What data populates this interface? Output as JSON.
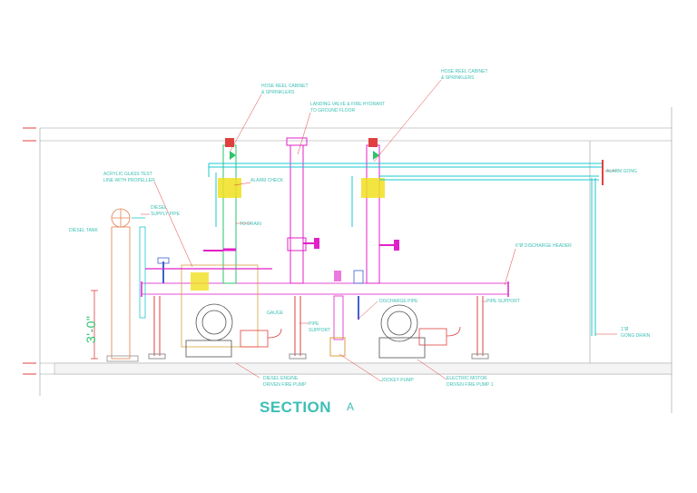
{
  "labels": {
    "hose_reel_1": [
      "HOSE REEL CABINET",
      "& SPRINKLERS"
    ],
    "hose_reel_2": [
      "HOSE REEL CABINET",
      "& SPRINKLERS"
    ],
    "landing_valve": [
      "LANDING VALVE & FIRE HYDRANT",
      "TO GROUND FLOOR"
    ],
    "acrylic": [
      "ACRYLIC GLASS TEST",
      "LINE WITH PROPELLER"
    ],
    "alarm_check": "ALARM CHECK",
    "alarm_gong": "ALARM GONG",
    "diesel_supply": [
      "DIESEL",
      "SUPPLY PIPE"
    ],
    "diesel_tank": "DIESEL TANK",
    "to_drain": "TO DRAIN",
    "discharge_header": "6\"Ø DISCHARGE HEADER",
    "discharge_pipe": "DISCHARGE PIPE",
    "pipe_support_right": "PIPE SUPPORT",
    "gauge": "GAUGE",
    "pipe_support_mid": [
      "PIPE",
      "SUPPORT"
    ],
    "gong_drain": [
      "1\"Ø",
      "GONG DRAIN"
    ],
    "diesel_engine": [
      "DIESEL ENGINE",
      "DRIVEN FIRE PUMP"
    ],
    "jockey_pump": "JOCKEY PUMP",
    "electric_motor": [
      "ELECTRIC MOTOR",
      "DRIVEN FIRE PUMP 1"
    ],
    "dimension": "3'-0\"",
    "section_title": "SECTION",
    "section_letter": "A"
  },
  "colors": {
    "cyan": "#19c8d2",
    "green": "#2cc36b",
    "magenta": "#e020c8",
    "red": "#e04040",
    "yellow": "#f0e020",
    "orange": "#d8a040",
    "blue": "#4060d0",
    "teal_text": "#3bbfb4",
    "gray": "#909090"
  }
}
